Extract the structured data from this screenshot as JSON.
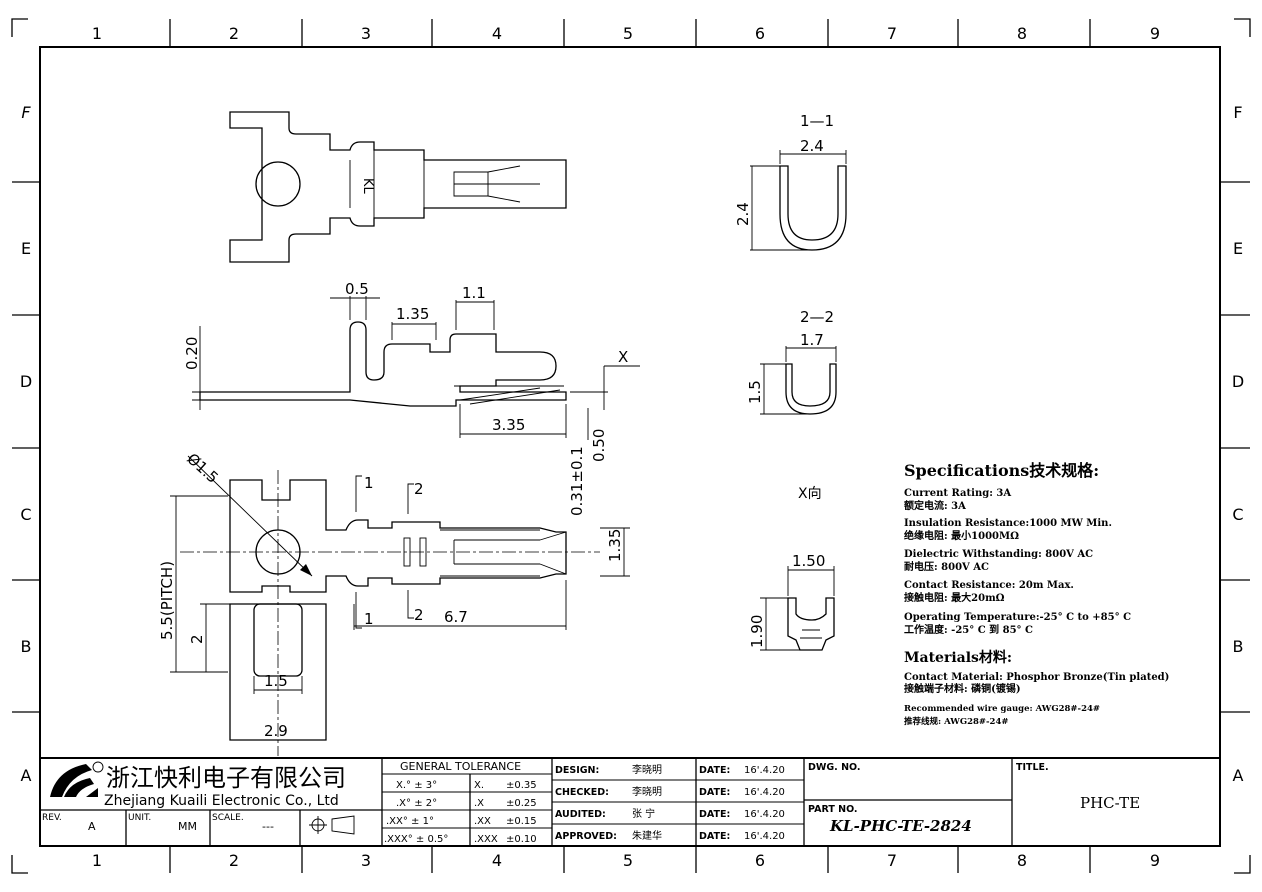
{
  "border": {
    "cols": [
      "1",
      "2",
      "3",
      "4",
      "5",
      "6",
      "7",
      "8",
      "9"
    ],
    "rows": [
      "F",
      "E",
      "D",
      "C",
      "B",
      "A"
    ]
  },
  "drawing": {
    "top_view_marking": "KL",
    "dims": {
      "d_05": "0.5",
      "d_135": "1.35",
      "d_11": "1.1",
      "d_020": "0.20",
      "d_x": "X",
      "d_335": "3.35",
      "d_031": "0.31±0.1",
      "d_050": "0.50",
      "d_phi": "Ø1.5",
      "d_pitch": "5.5(PITCH)",
      "d_2": "2",
      "d_15": "1.5",
      "d_29": "2.9",
      "d_67": "6.7",
      "d_135b": "1.35",
      "sec1": "1",
      "sec1b": "1",
      "sec2": "2",
      "sec2b": "2"
    },
    "sections": {
      "s11_label": "1—1",
      "s11_w": "2.4",
      "s11_h": "2.4",
      "s22_label": "2—2",
      "s22_w": "1.7",
      "s22_h": "1.5",
      "x_label": "X向",
      "x_w": "1.50",
      "x_h": "1.90"
    }
  },
  "specs": {
    "title": "Specifications技术规格:",
    "lines": [
      "Current Rating:  3A",
      "额定电流: 3A",
      "Insulation Resistance:1000 MW Min.",
      "绝缘电阻: 最小1000MΩ",
      "Dielectric Withstanding:  800V AC",
      "耐电压: 800V AC",
      "Contact Resistance:  20m  Max.",
      "接触电阻: 最大20mΩ",
      "Operating Temperature:-25° C to +85° C",
      "工作温度: -25° C 到 85° C"
    ],
    "materials_title": "Materials材料:",
    "materials": [
      "Contact Material: Phosphor Bronze(Tin plated)",
      "接触端子材料: 磷铜(镀锡)"
    ],
    "wire": [
      "Recommended wire gauge:  AWG28#-24#",
      "推荐线规:  AWG28#-24#"
    ]
  },
  "title_block": {
    "company_cn": "浙江快利电子有限公司",
    "company_en": "Zhejiang Kuaili Electronic Co., Ltd",
    "rev_label": "REV.",
    "rev": "A",
    "unit_label": "UNIT.",
    "unit": "MM",
    "scale_label": "SCALE.",
    "scale": "---",
    "tol_title": "GENERAL TOLERANCE",
    "tol_angles": [
      "X.° ± 3°",
      ".X° ± 2°",
      ".XX° ± 1°",
      ".XXX° ± 0.5°"
    ],
    "tol_lin_key": [
      "X.",
      ".X",
      ".XX",
      ".XXX"
    ],
    "tol_lin_val": [
      "±0.35",
      "±0.25",
      "±0.15",
      "±0.10"
    ],
    "roles": [
      "DESIGN:",
      "CHECKED:",
      "AUDITED:",
      "APPROVED:"
    ],
    "names": [
      "李晓明",
      "李晓明",
      "张  宁",
      "朱建华"
    ],
    "date_label": "DATE:",
    "dates": [
      "16'.4.20",
      "16'.4.20",
      "16'.4.20",
      "16'.4.20"
    ],
    "dwg_label": "DWG. NO.",
    "part_label": "PART NO.",
    "part_no": "KL-PHC-TE-2824",
    "title_label": "TITLE.",
    "title": "PHC-TE"
  }
}
